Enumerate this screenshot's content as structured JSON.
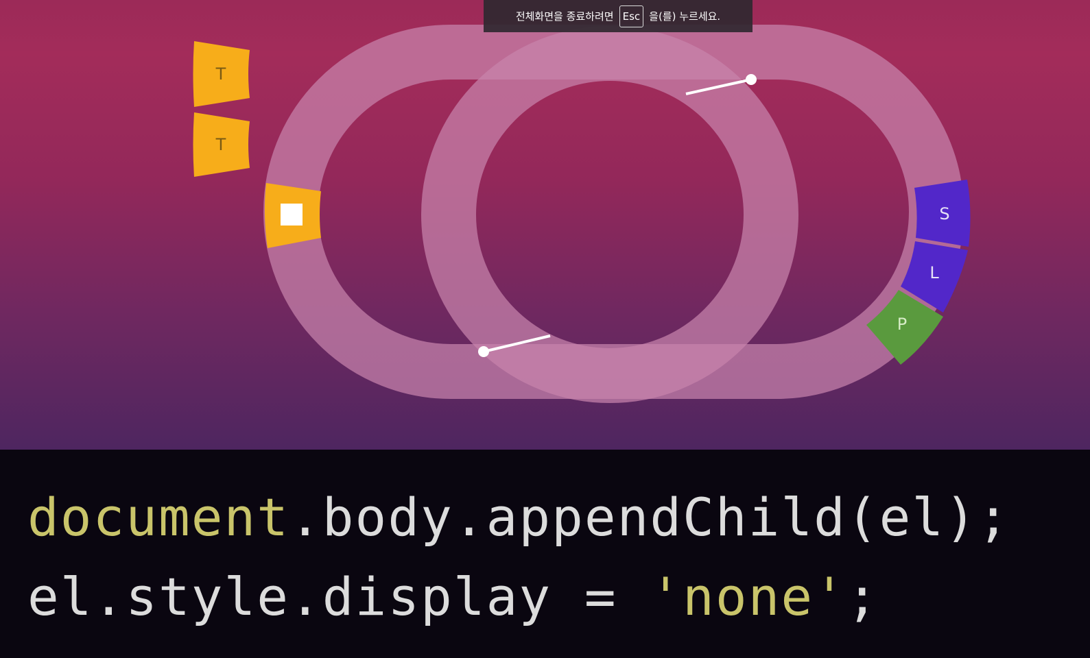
{
  "fullscreen_hint": {
    "before": "전체화면을 종료하려면",
    "key": "Esc",
    "after": "을(를) 누르세요."
  },
  "diagram": {
    "queue_chips": [
      {
        "label": "T"
      },
      {
        "label": "T"
      }
    ],
    "track_chips": [
      {
        "label": "S"
      },
      {
        "label": "L"
      },
      {
        "label": "P"
      }
    ]
  },
  "code": {
    "line1": {
      "obj": "document",
      "rest": ".body.appendChild(el);"
    },
    "line2": {
      "prefix": "el.style.display = ",
      "string": "'none'",
      "suffix": ";"
    }
  },
  "colors": {
    "track": "#c883ac",
    "task_chip": "#f7ad1a",
    "style_chip": "#5227c9",
    "layout_chip": "#5227c9",
    "paint_chip": "#5a9a3e",
    "code_highlight": "#c9c46a",
    "code_text": "#dcdcdc"
  }
}
